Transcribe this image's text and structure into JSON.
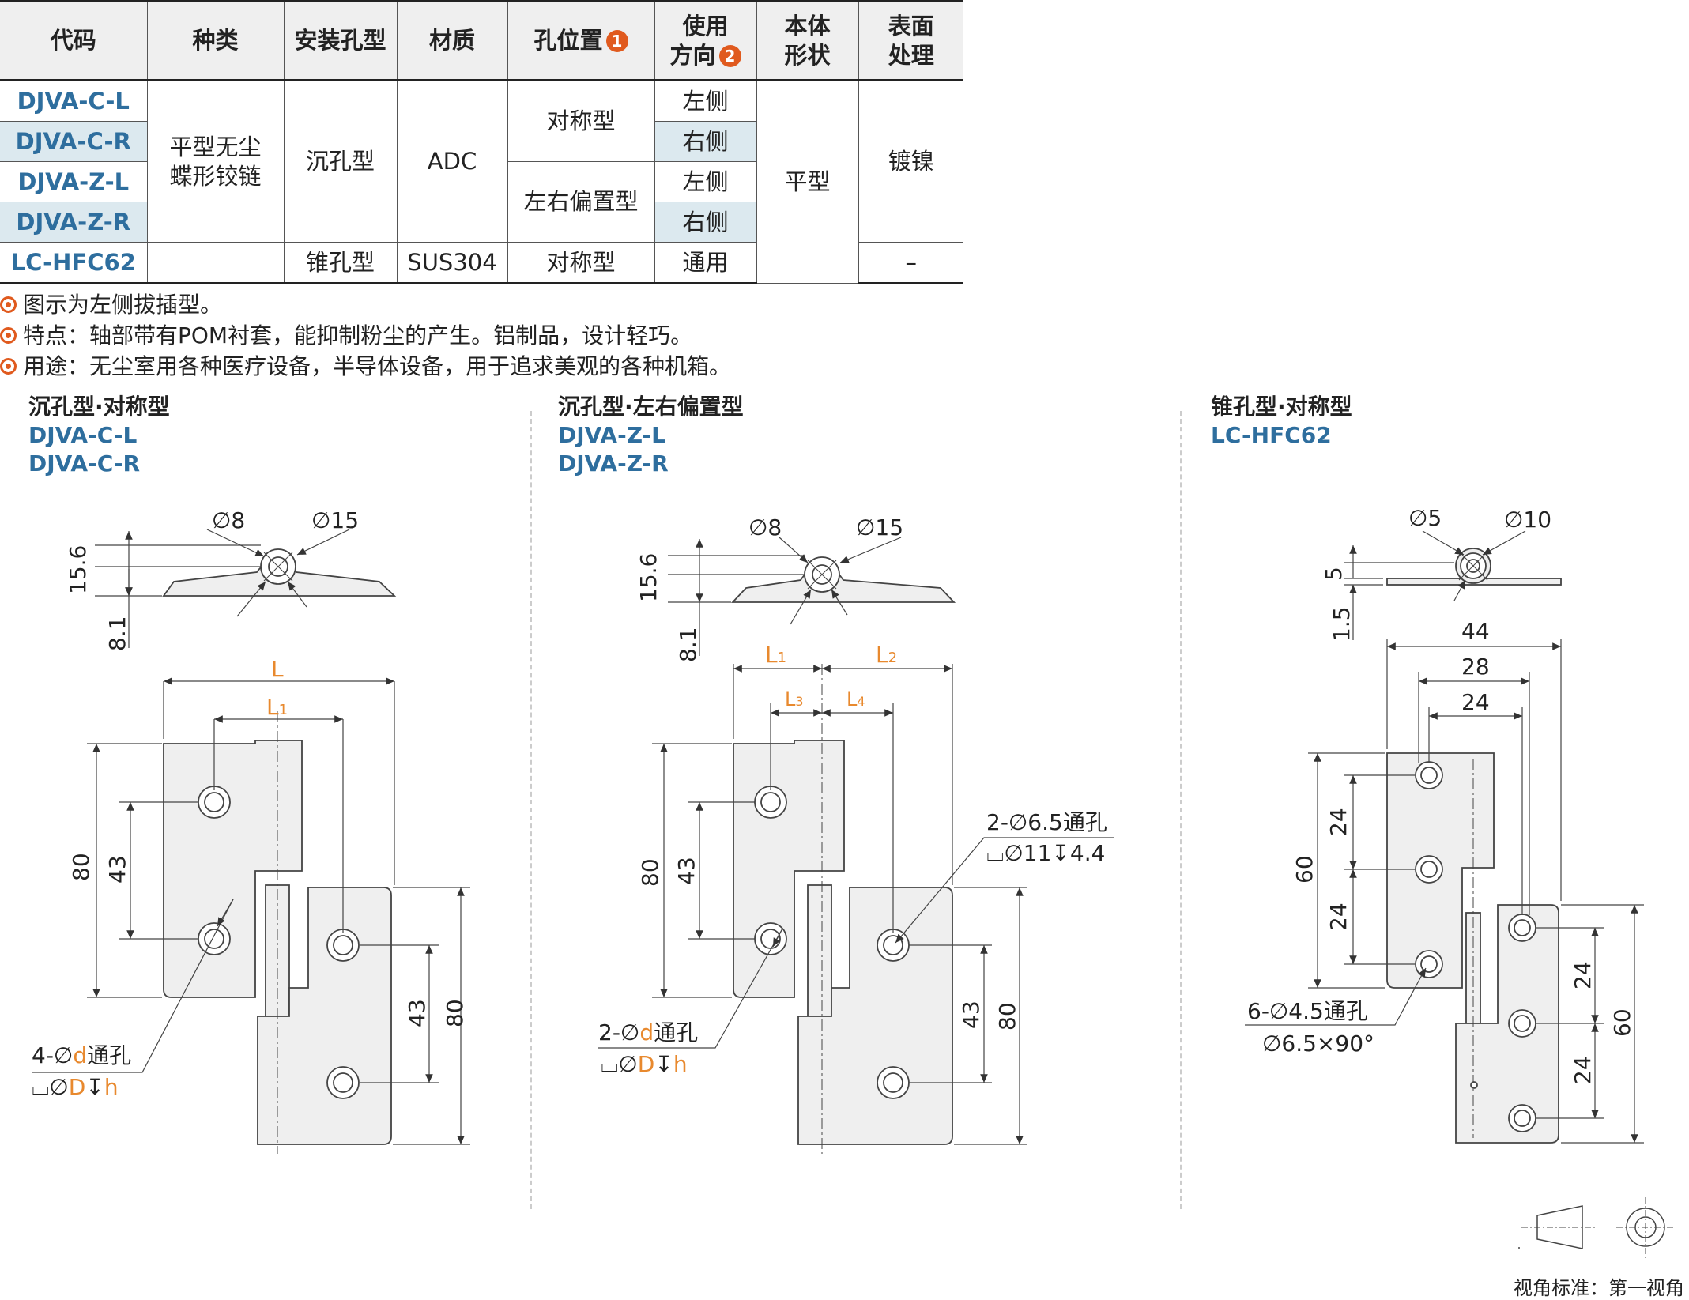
{
  "table": {
    "headers": [
      "代码",
      "种类",
      "安装孔型",
      "材质",
      "孔位置",
      "使用",
      "方向",
      "本体",
      "形状",
      "表面",
      "处理"
    ],
    "badges": [
      "1",
      "2"
    ],
    "codes": [
      "DJVA-C-L",
      "DJVA-C-R",
      "DJVA-Z-L",
      "DJVA-Z-R",
      "LC-HFC62"
    ],
    "kind": [
      "平型无尘",
      "蝶形铰链"
    ],
    "hole_type": [
      "沉孔型",
      "锥孔型"
    ],
    "material": [
      "ADC",
      "SUS304"
    ],
    "hole_pos": [
      "对称型",
      "左右偏置型",
      "对称型"
    ],
    "direction": [
      "左侧",
      "右侧",
      "左侧",
      "右侧",
      "通用"
    ],
    "body_shape": "平型",
    "surface": [
      "镀镍",
      "–"
    ]
  },
  "notes": [
    "图示为左侧拔插型。",
    "特点：轴部带有POM衬套，能抑制粉尘的产生。铝制品，设计轻巧。",
    "用途：无尘室用各种医疗设备，半导体设备，用于追求美观的各种机箱。"
  ],
  "views": [
    {
      "title": "沉孔型·对称型",
      "codes": [
        "DJVA-C-L",
        "DJVA-C-R"
      ]
    },
    {
      "title": "沉孔型·左右偏置型",
      "codes": [
        "DJVA-Z-L",
        "DJVA-Z-R"
      ]
    },
    {
      "title": "锥孔型·对称型",
      "codes": [
        "LC-HFC62"
      ]
    }
  ],
  "dims": {
    "v1": {
      "d8": "∅8",
      "d15": "∅15",
      "h15_6": "15.6",
      "h8_1": "8.1",
      "L": "L",
      "L1": "L",
      "L1sub": "1",
      "h80a": "80",
      "h43a": "43",
      "h43b": "43",
      "h80b": "80",
      "callout1": "4-∅",
      "callout1d": "d",
      "callout1b": "通孔",
      "callout2a": "⌴∅",
      "callout2D": "D",
      "callout2T": "↧",
      "callout2h": "h"
    },
    "v2": {
      "d8": "∅8",
      "d15": "∅15",
      "h15_6": "15.6",
      "h8_1": "8.1",
      "L1": "L",
      "L1sub": "1",
      "L2": "L",
      "L2sub": "2",
      "L3": "L",
      "L3sub": "3",
      "L4": "L",
      "L4sub": "4",
      "h80a": "80",
      "h43a": "43",
      "h43b": "43",
      "h80b": "80",
      "callout1": "2-∅",
      "callout1d": "d",
      "callout1b": "通孔",
      "callout2a": "⌴∅",
      "callout2D": "D",
      "callout2T": "↧",
      "callout2h": "h",
      "callout3": "2-∅6.5通孔",
      "callout4": "⌴∅11↧4.4"
    },
    "v3": {
      "d5": "∅5",
      "d10": "∅10",
      "h5": "5",
      "h1_5": "1.5",
      "w44": "44",
      "w28": "28",
      "w24": "24",
      "h60a": "60",
      "h24a": "24",
      "h24b": "24",
      "h24c": "24",
      "h24d": "24",
      "h60b": "60",
      "callout1": "6-∅4.5通孔",
      "callout2": "∅6.5×90°"
    }
  },
  "colors": {
    "accent": "#e05a1e",
    "code": "#2e6e9e",
    "dim_var": "#e8892e",
    "shade": "#dce9ef"
  },
  "view_standard": "视角标准：第一视角"
}
